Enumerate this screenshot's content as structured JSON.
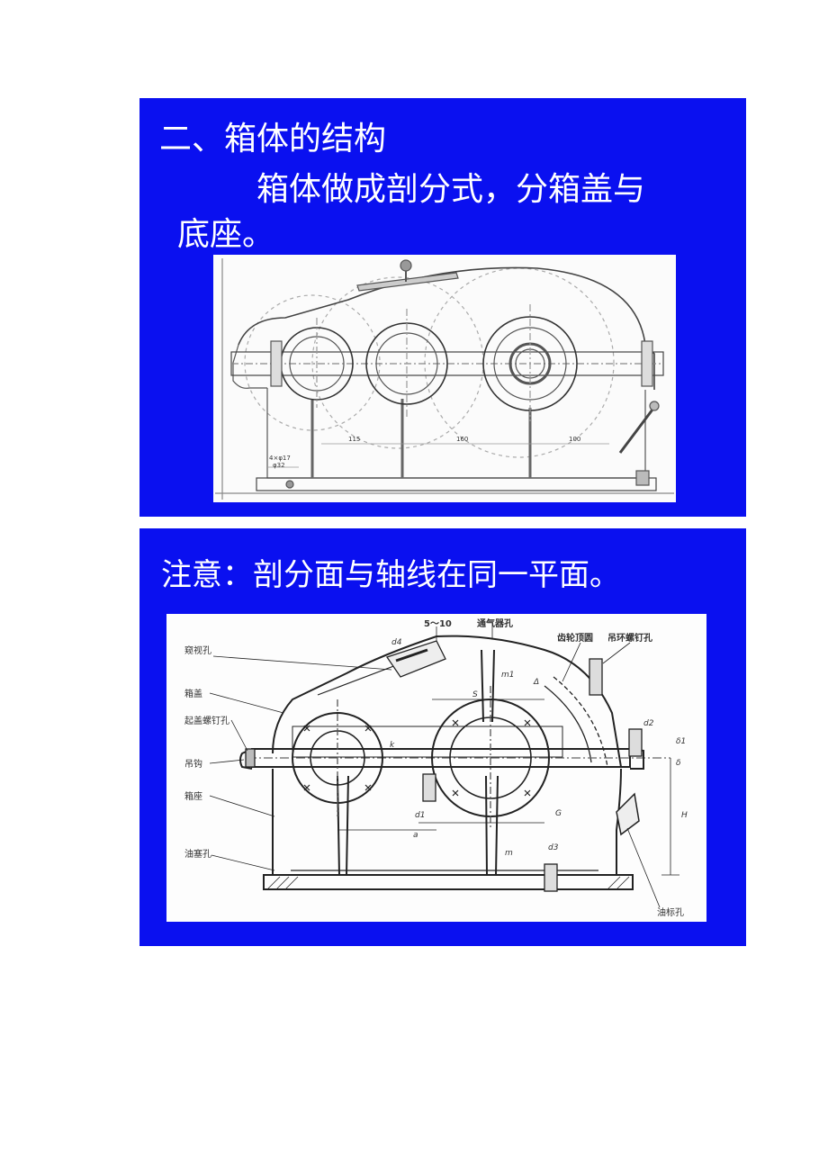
{
  "slide1": {
    "heading": "二、箱体的结构",
    "body_line1": "箱体做成剖分式，分箱盖与",
    "body_line2": "底座。",
    "dims": {
      "d1": "115",
      "d2": "160",
      "d3": "100",
      "hole1": "4×φ17",
      "hole2": "φ32"
    }
  },
  "slide2": {
    "heading": "注意：剖分面与轴线在同一平面。",
    "labels": {
      "peep_hole": "窥视孔",
      "cover": "箱盖",
      "jack_screw_hole": "起盖螺钉孔",
      "hook": "吊钩",
      "base": "箱座",
      "oil_drain": "油塞孔",
      "dim_5_10": "5～10",
      "vent_hole": "通气器孔",
      "gear_tip_circle": "齿轮顶圆",
      "eye_bolt_hole": "吊环螺钉孔",
      "dipstick_hole": "油标孔"
    },
    "symbols": [
      "d4",
      "m1",
      "S",
      "Δ",
      "k",
      "d1",
      "a",
      "G",
      "m",
      "d2",
      "d3",
      "H",
      "δ1",
      "δ"
    ]
  },
  "colors": {
    "slide_bg": "#0a10f0",
    "text": "#ffffff"
  }
}
